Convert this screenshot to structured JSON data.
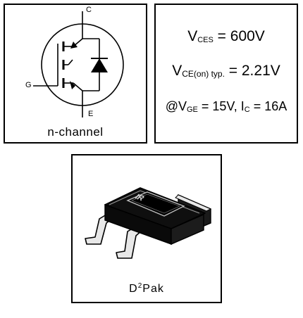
{
  "symbol": {
    "collector_label": "C",
    "gate_label": "G",
    "emitter_label": "E",
    "channel": "n-channel"
  },
  "specs": {
    "vces": {
      "symbol": "V",
      "sub": "CES",
      "value": " = 600V"
    },
    "vceon": {
      "symbol": "V",
      "sub": "CE(on) typ.",
      "value": " = 2.21V"
    },
    "condition": {
      "prefix": "@V",
      "vge_sub": "GE",
      "mid": " = 15V, I",
      "ic_sub": "C",
      "suffix": " = 16A"
    }
  },
  "package": {
    "name_base": "D",
    "name_sup": "2",
    "name_rest": "Pak",
    "marking": "IR"
  },
  "colors": {
    "line": "#000000",
    "body_dark": "#111111",
    "lead_light": "#e8e8e8"
  }
}
